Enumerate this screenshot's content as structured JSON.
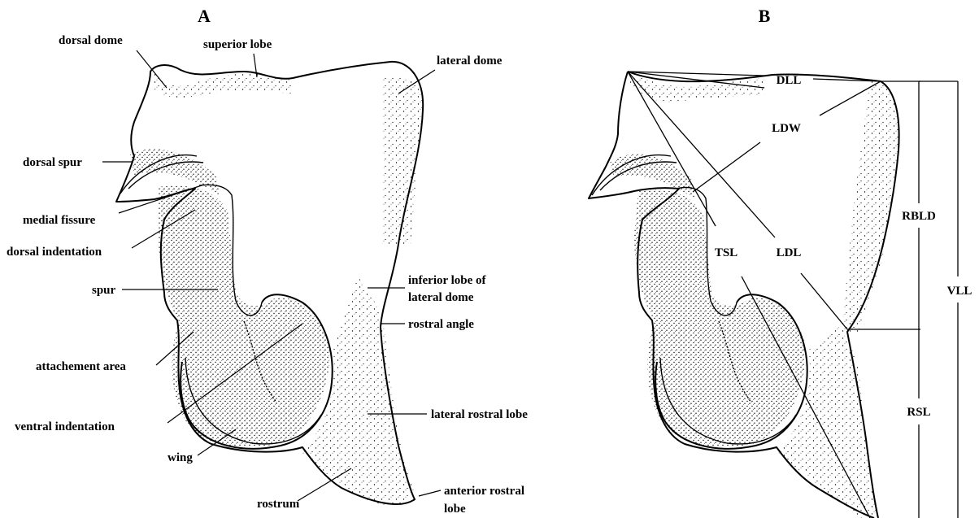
{
  "panels": {
    "a": {
      "letter": "A",
      "labels": {
        "dorsal_dome": "dorsal dome",
        "superior_lobe": "superior lobe",
        "lateral_dome": "lateral dome",
        "dorsal_spur": "dorsal spur",
        "medial_fissure": "medial fissure",
        "dorsal_indentation": "dorsal indentation",
        "spur": "spur",
        "inferior_lobe_line1": "inferior lobe of",
        "inferior_lobe_line2": "lateral dome",
        "rostral_angle": "rostral angle",
        "attachement_area": "attachement area",
        "ventral_indentation": "ventral indentation",
        "lateral_rostral_lobe": "lateral rostral lobe",
        "wing": "wing",
        "rostrum": "rostrum",
        "anterior_rostral_lobe_line1": "anterior rostral",
        "anterior_rostral_lobe_line2": "lobe"
      }
    },
    "b": {
      "letter": "B",
      "labels": {
        "dll": "DLL",
        "ldw": "LDW",
        "rbld": "RBLD",
        "tsl": "TSL",
        "ldl": "LDL",
        "vll": "VLL",
        "rsl": "RSL"
      }
    }
  }
}
